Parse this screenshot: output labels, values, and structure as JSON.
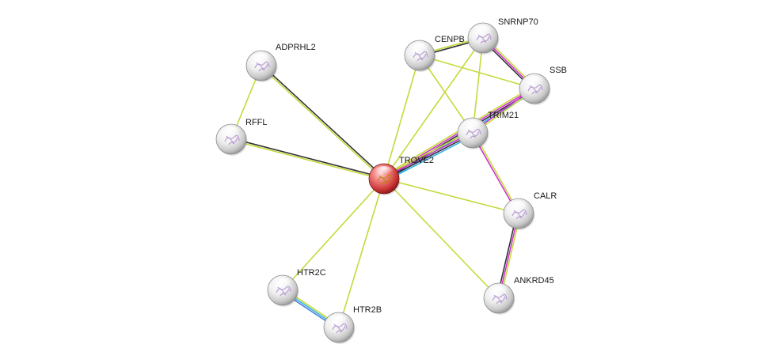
{
  "network": {
    "nodes": [
      {
        "id": "TROVE2",
        "label": "TROVE2",
        "query": true
      },
      {
        "id": "ADPRHL2",
        "label": "ADPRHL2"
      },
      {
        "id": "RFFL",
        "label": "RFFL"
      },
      {
        "id": "CENPB",
        "label": "CENPB"
      },
      {
        "id": "SNRNP70",
        "label": "SNRNP70"
      },
      {
        "id": "SSB",
        "label": "SSB"
      },
      {
        "id": "TRIM21",
        "label": "TRIM21"
      },
      {
        "id": "CALR",
        "label": "CALR"
      },
      {
        "id": "ANKRD45",
        "label": "ANKRD45"
      },
      {
        "id": "HTR2C",
        "label": "HTR2C"
      },
      {
        "id": "HTR2B",
        "label": "HTR2B"
      }
    ],
    "edge_colors": {
      "textmining": "#c7d93b",
      "coexpression": "#333333",
      "experimental": "#cc33cc",
      "database": "#33b3e6",
      "homology": "#4d7fd9"
    },
    "edges": [
      {
        "source": "TROVE2",
        "target": "ADPRHL2",
        "evidence": [
          "textmining",
          "coexpression"
        ]
      },
      {
        "source": "TROVE2",
        "target": "RFFL",
        "evidence": [
          "textmining",
          "coexpression"
        ]
      },
      {
        "source": "ADPRHL2",
        "target": "RFFL",
        "evidence": [
          "textmining"
        ]
      },
      {
        "source": "TROVE2",
        "target": "CENPB",
        "evidence": [
          "textmining"
        ]
      },
      {
        "source": "TROVE2",
        "target": "SNRNP70",
        "evidence": [
          "textmining"
        ]
      },
      {
        "source": "TROVE2",
        "target": "SSB",
        "evidence": [
          "textmining",
          "experimental",
          "coexpression",
          "database"
        ]
      },
      {
        "source": "TROVE2",
        "target": "TRIM21",
        "evidence": [
          "textmining",
          "experimental",
          "coexpression",
          "database"
        ]
      },
      {
        "source": "TROVE2",
        "target": "CALR",
        "evidence": [
          "textmining"
        ]
      },
      {
        "source": "TROVE2",
        "target": "ANKRD45",
        "evidence": [
          "textmining"
        ]
      },
      {
        "source": "TROVE2",
        "target": "HTR2C",
        "evidence": [
          "textmining"
        ]
      },
      {
        "source": "TROVE2",
        "target": "HTR2B",
        "evidence": [
          "textmining"
        ]
      },
      {
        "source": "CENPB",
        "target": "SNRNP70",
        "evidence": [
          "textmining",
          "coexpression"
        ]
      },
      {
        "source": "CENPB",
        "target": "SSB",
        "evidence": [
          "textmining"
        ]
      },
      {
        "source": "CENPB",
        "target": "TRIM21",
        "evidence": [
          "textmining"
        ]
      },
      {
        "source": "SNRNP70",
        "target": "SSB",
        "evidence": [
          "textmining",
          "experimental",
          "coexpression"
        ]
      },
      {
        "source": "SNRNP70",
        "target": "TRIM21",
        "evidence": [
          "textmining"
        ]
      },
      {
        "source": "SSB",
        "target": "TRIM21",
        "evidence": [
          "textmining",
          "experimental"
        ]
      },
      {
        "source": "TRIM21",
        "target": "CALR",
        "evidence": [
          "textmining",
          "experimental"
        ]
      },
      {
        "source": "CALR",
        "target": "ANKRD45",
        "evidence": [
          "textmining",
          "experimental",
          "coexpression"
        ]
      },
      {
        "source": "HTR2C",
        "target": "HTR2B",
        "evidence": [
          "textmining",
          "database",
          "homology"
        ]
      }
    ]
  }
}
